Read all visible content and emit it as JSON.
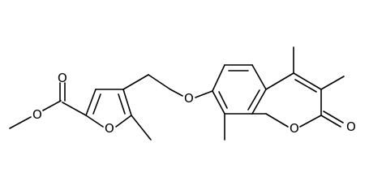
{
  "diagram": {
    "type": "chemical-structure",
    "bond_color": "#000000",
    "background": "#ffffff",
    "atom_labels": {
      "ester_carbonyl_O": "O",
      "ester_ether_O": "O",
      "furan_O": "O",
      "ether_linker_O": "O",
      "lactone_ring_O": "O",
      "lactone_carbonyl_O": "O"
    }
  }
}
